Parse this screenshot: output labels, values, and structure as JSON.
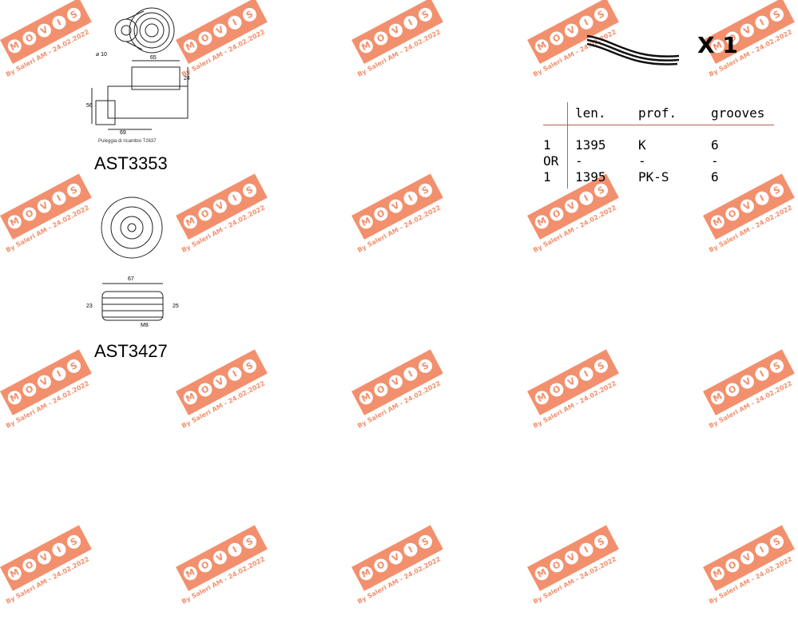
{
  "watermark": {
    "letters": [
      "M",
      "O",
      "V",
      "I",
      "S"
    ],
    "credit": "By Saleri AM - 24.02.2022",
    "color": "#f2906e"
  },
  "parts": [
    {
      "code": "AST3353",
      "caption": "Puleggia di ricambio T2637",
      "dims": {
        "d1": "65",
        "d2": "24",
        "d3": "56",
        "d4": "69",
        "d5": "⌀ 10"
      }
    },
    {
      "code": "AST3427",
      "dims": {
        "top": "67",
        "left": "23",
        "right": "25",
        "bottom": "M8"
      }
    }
  ],
  "belt": {
    "quantity": "X 1",
    "icon": "ribbed-belt-icon"
  },
  "table": {
    "headers": [
      "len.",
      "prof.",
      "grooves"
    ],
    "rows": [
      {
        "qty": "1",
        "len": "1395",
        "prof": "K",
        "grooves": "6"
      },
      {
        "qty": "OR",
        "len": "-",
        "prof": "-",
        "grooves": "-"
      },
      {
        "qty": "1",
        "len": "1395",
        "prof": "PK-S",
        "grooves": "6"
      }
    ]
  }
}
